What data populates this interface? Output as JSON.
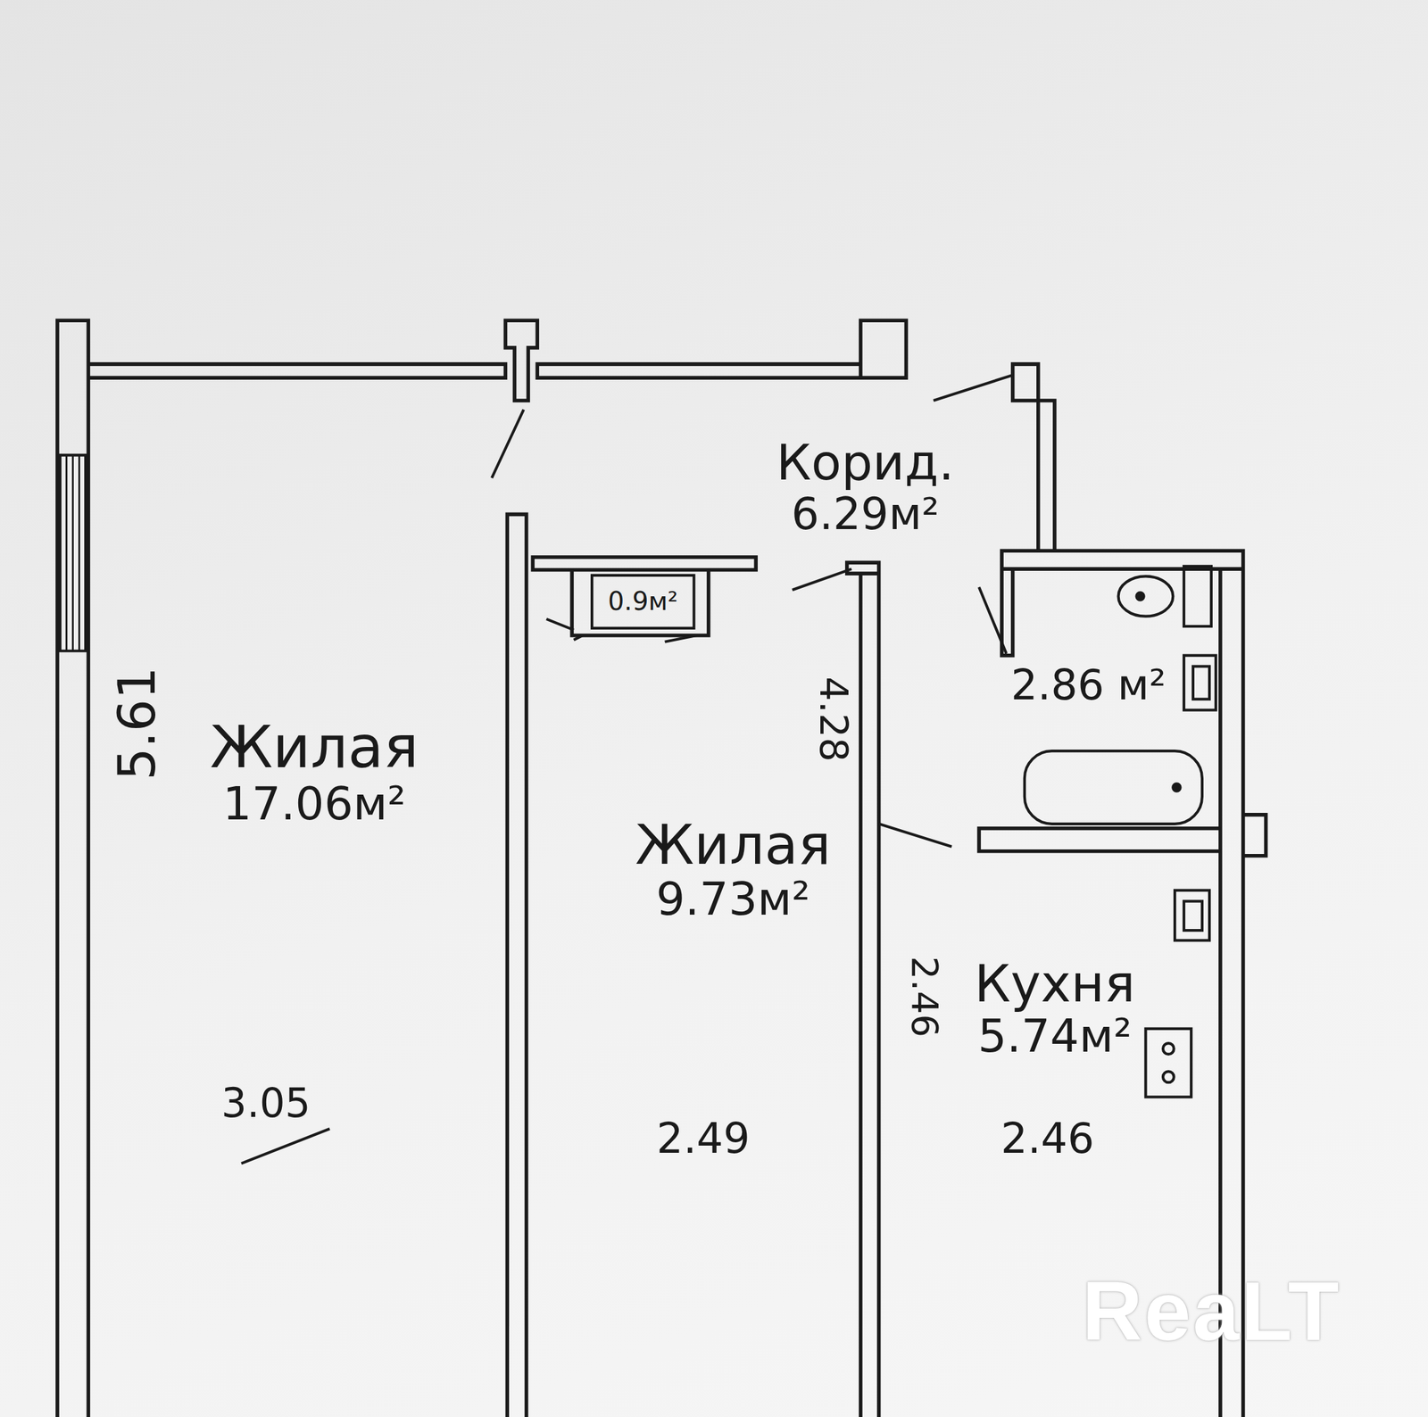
{
  "diagram": {
    "nodes": [
      {
        "text": [
          "Жилая",
          "17.06м²"
        ]
      },
      {
        "text": [
          "0.9м²"
        ]
      },
      {
        "text": [
          "Жилая",
          "9.73м²"
        ]
      },
      {
        "text": [
          "Корид.",
          "6.29м²"
        ]
      },
      {
        "text": [
          "2.86 м²"
        ]
      },
      {
        "text": [
          "Кухня",
          "5.74м²"
        ]
      }
    ],
    "labels": [
      "5.61",
      "3.05",
      "4.28",
      "2.49",
      "2.46",
      "2.46",
      "ReaLT"
    ]
  }
}
